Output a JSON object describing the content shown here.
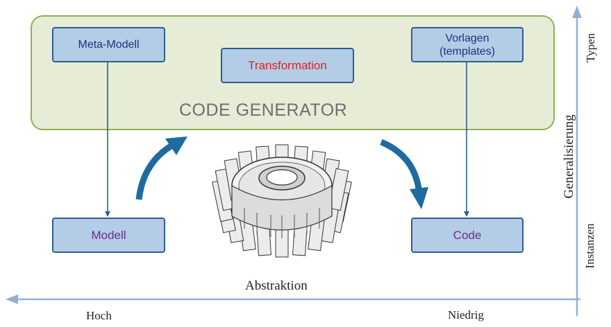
{
  "generator": {
    "label": "CODE GENERATOR"
  },
  "boxes": {
    "meta_model": "Meta-Modell",
    "transformation": "Transformation",
    "templates_line1": "Vorlagen",
    "templates_line2": "(templates)",
    "model": "Modell",
    "code": "Code"
  },
  "axes": {
    "horizontal_label": "Abstraktion",
    "horizontal_left": "Hoch",
    "horizontal_right": "Niedrig",
    "vertical_label": "Generalisierung",
    "vertical_top": "Typen",
    "vertical_bottom": "Instanzen"
  },
  "colors": {
    "box_fill": "#b3cde6",
    "box_border": "#2e5d8e",
    "generator_fill": "#e6ecd6",
    "generator_border": "#8bb04f",
    "transformation_text": "#e02020",
    "instance_text": "#6b2a8a",
    "type_text": "#1f2f80",
    "axis_color": "#8fb2d4",
    "curved_arrow": "#1f6aa0"
  },
  "icons": [
    "gear-icon",
    "curved-arrow-icon"
  ]
}
